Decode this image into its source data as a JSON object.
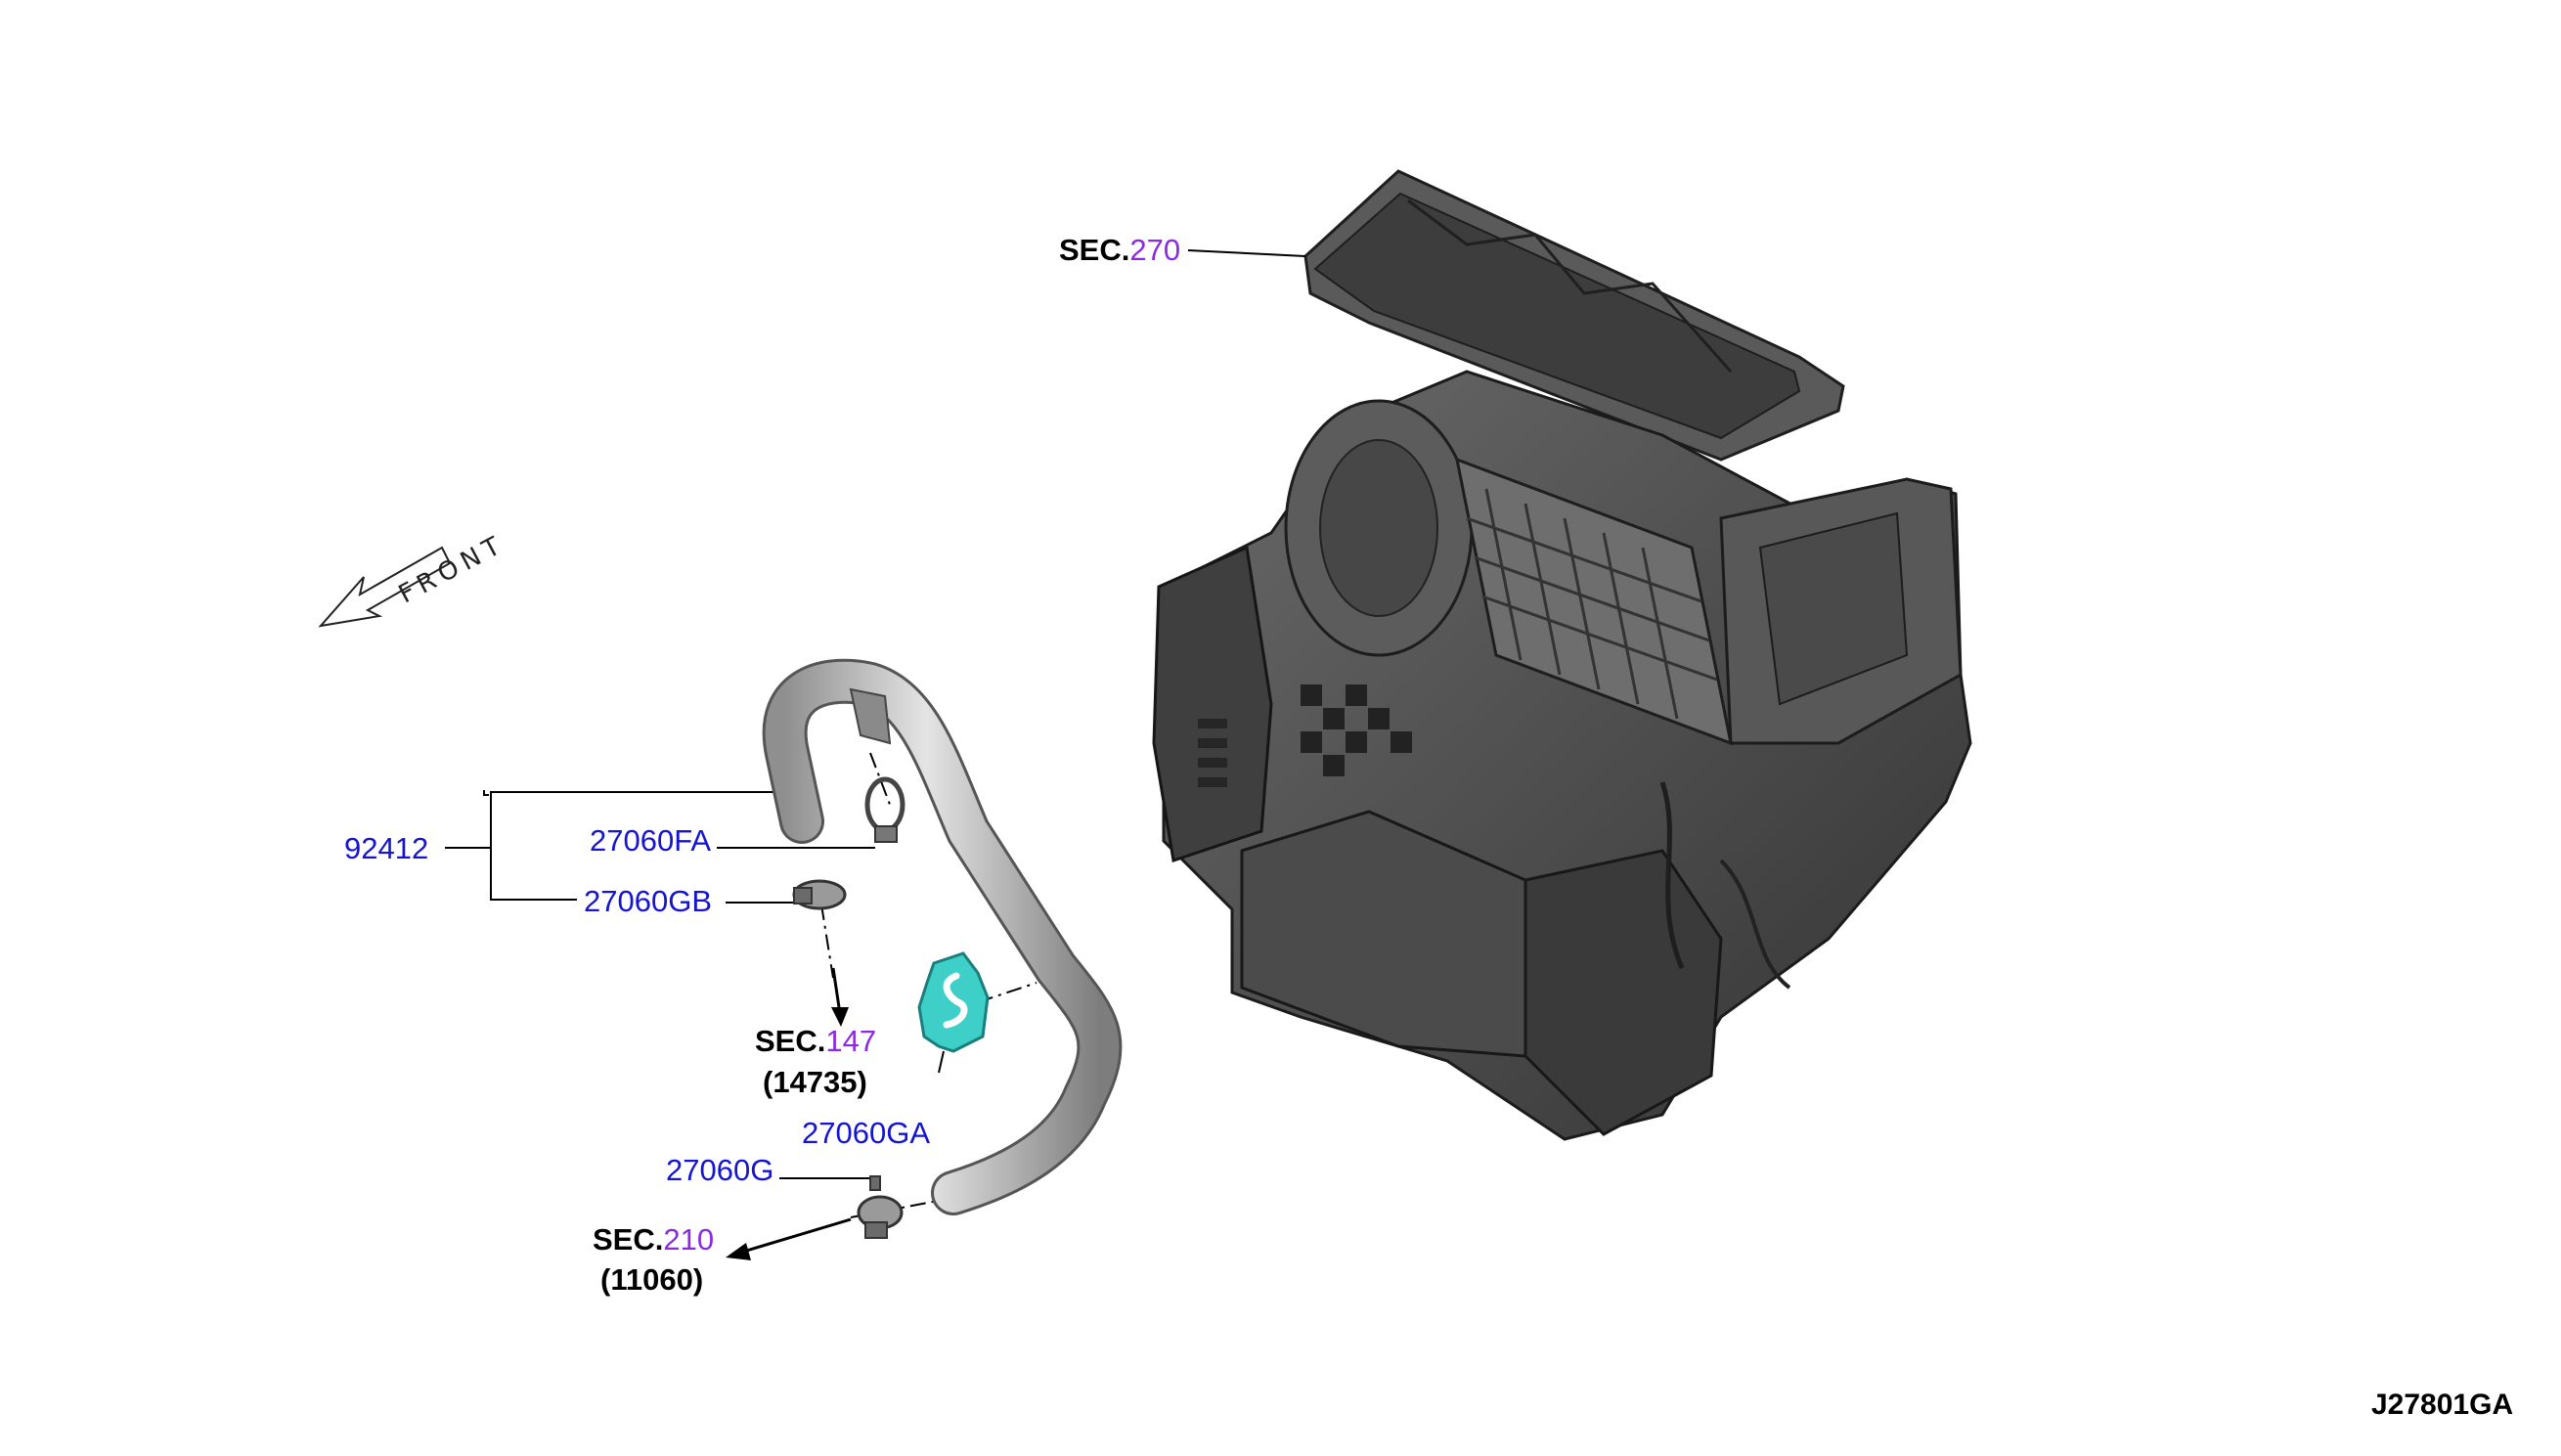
{
  "diagram_code": "J27801GA",
  "front_label": "FRONT",
  "sections": {
    "s270": {
      "prefix": "SEC.",
      "number": "270"
    },
    "s147": {
      "prefix": "SEC.",
      "number": "147",
      "sub": "(14735)"
    },
    "s210": {
      "prefix": "SEC.",
      "number": "210",
      "sub": "(11060)"
    }
  },
  "parts": {
    "hose_assy": "92412",
    "clamp_fa": "27060FA",
    "clamp_gb": "27060GB",
    "bracket_ga": "27060GA",
    "clamp_g": "27060G"
  },
  "colors": {
    "part_number": "#1414d2",
    "section_number": "#8a2be2",
    "highlight_part": "#3ecfc9",
    "housing": "#4a4a4a"
  }
}
